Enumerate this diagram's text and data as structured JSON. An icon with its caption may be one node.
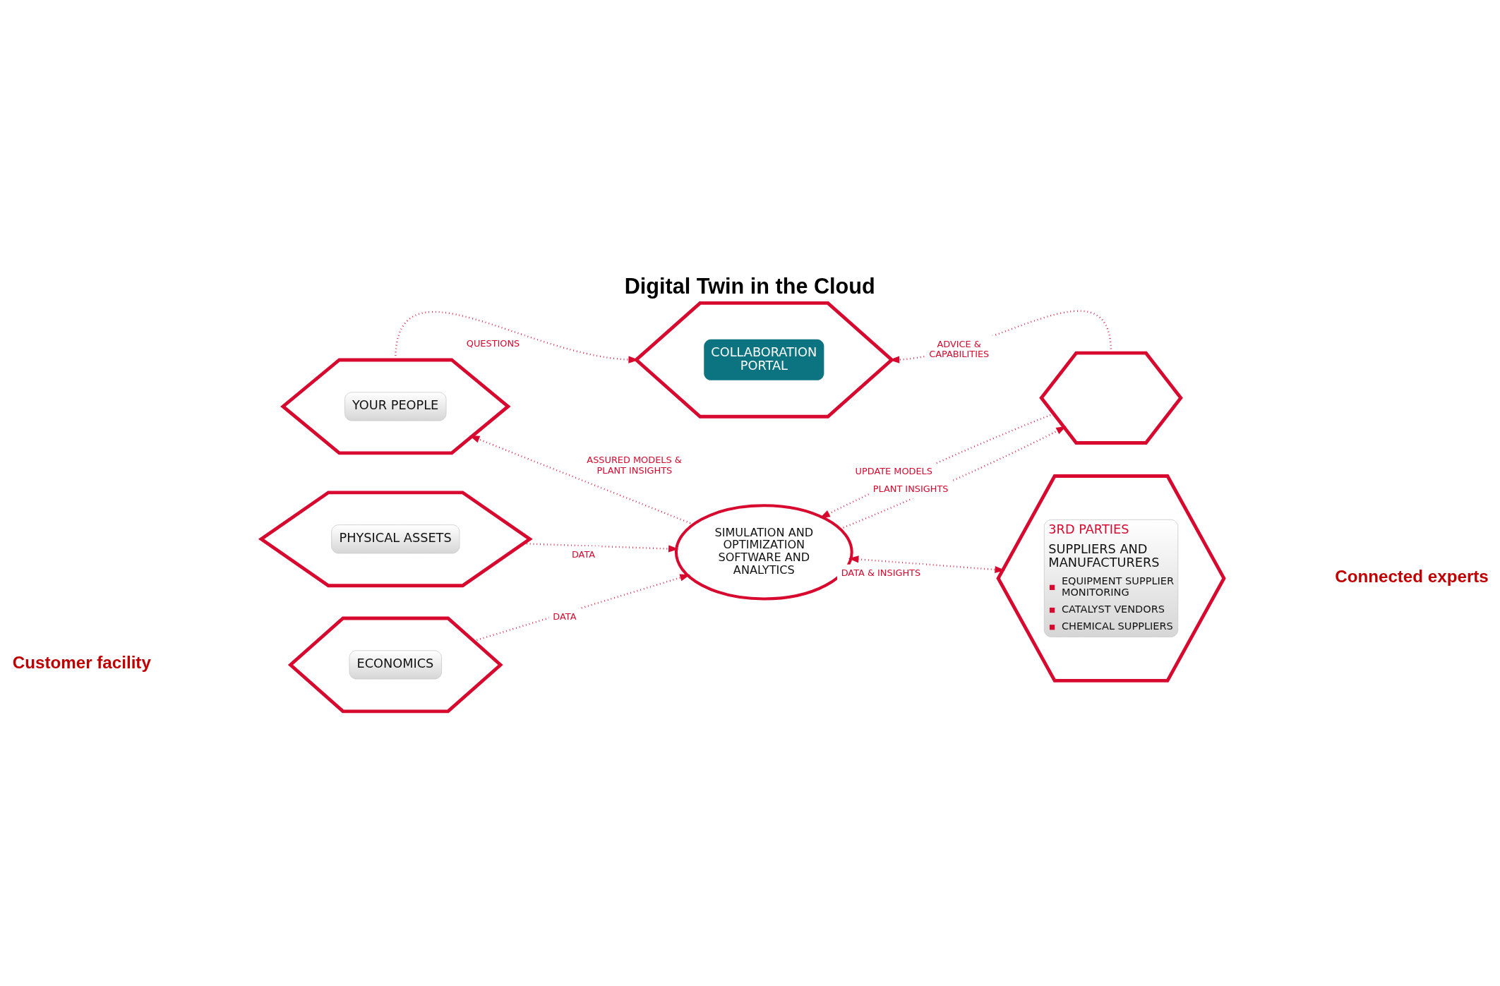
{
  "diagram": {
    "title": "Digital Twin in the Cloud",
    "nodes": [
      {
        "text": [
          "COLLABORATION PORTAL"
        ]
      },
      {
        "text": [
          "YOUR PEOPLE"
        ]
      },
      {
        "text": [],
        "shape": "hexagon"
      },
      {
        "text": [
          "PHYSICAL ASSETS"
        ]
      },
      {
        "text": [
          "SIMULATION AND OPTIMIZATION SOFTWARE AND ANALYTICS"
        ]
      },
      {
        "text": [
          "3RD PARTIES",
          "SUPPLIERS AND MANUFACTURERS",
          "EQUIPMENT SUPPLIER MONITORING",
          "CATALYST VENDORS",
          "CHEMICAL SUPPLIERS"
        ]
      },
      {
        "text": [
          "ECONOMICS"
        ]
      }
    ],
    "edges": [
      {
        "from": 1,
        "to": 0,
        "arrow": "to",
        "label": "QUESTIONS"
      },
      {
        "from": 2,
        "to": 0,
        "arrow": "to",
        "label": "ADVICE & CAPABILITIES"
      },
      {
        "from": 4,
        "to": 1,
        "arrow": "to",
        "label": "ASSURED MODELS & PLANT INSIGHTS"
      },
      {
        "from": 4,
        "to": 2,
        "arrow": "to",
        "label": "PLANT INSIGHTS"
      },
      {
        "from": 2,
        "to": 4,
        "arrow": "to",
        "label": "UPDATE MODELS"
      },
      {
        "from": 3,
        "to": 4,
        "arrow": "to",
        "label": "DATA"
      },
      {
        "from": 4,
        "to": 5,
        "arrow": "both",
        "label": "DATA & INSIGHTS"
      },
      {
        "from": 6,
        "to": 4,
        "arrow": "to",
        "label": "DATA"
      }
    ],
    "labels": [
      "Customer facility",
      "Connected experts"
    ]
  }
}
